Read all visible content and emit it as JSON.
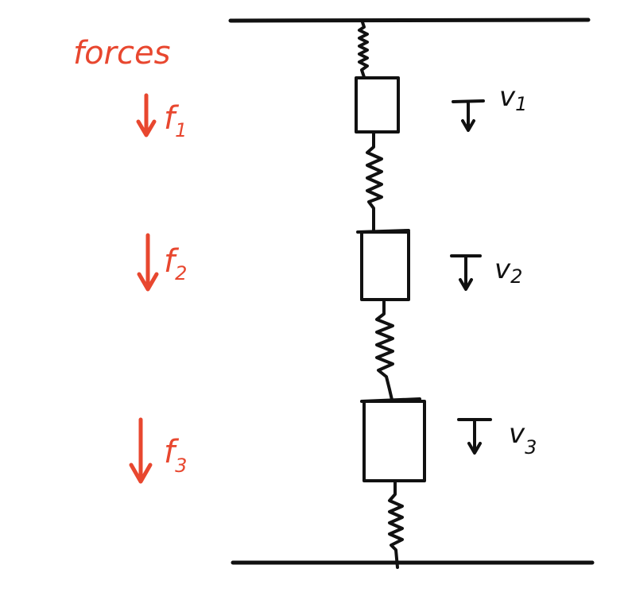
{
  "colors": {
    "ink": "#111111",
    "forces": "#e8472f"
  },
  "forces_heading": "forces",
  "forces": [
    {
      "base": "f",
      "sub": "1"
    },
    {
      "base": "f",
      "sub": "2"
    },
    {
      "base": "f",
      "sub": "3"
    }
  ],
  "displacements": [
    {
      "base": "v",
      "sub": "1"
    },
    {
      "base": "v",
      "sub": "2"
    },
    {
      "base": "v",
      "sub": "3"
    }
  ]
}
